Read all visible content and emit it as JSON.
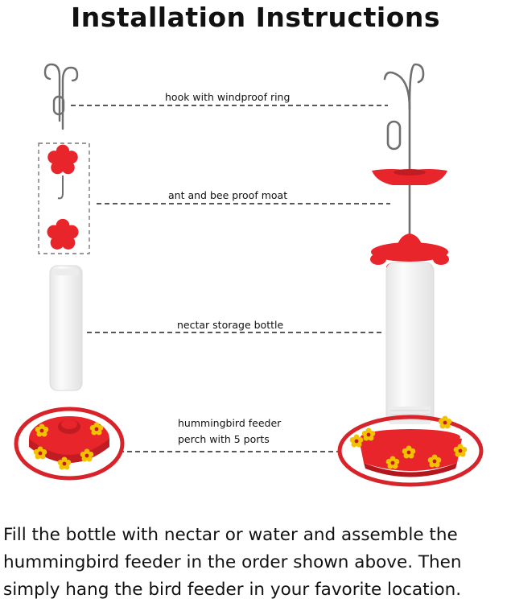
{
  "title": "Installation Instructions",
  "labels": {
    "hook": "hook with windproof ring",
    "moat": "ant and bee proof moat",
    "bottle": "nectar storage bottle",
    "perch_line1": "hummingbird feeder",
    "perch_line2": "perch with 5 ports"
  },
  "caption": {
    "line1": "Fill the bottle with nectar or water and assemble the",
    "line2": "hummingbird feeder in the order shown above. Then",
    "line3": "simply hang the bird feeder in your favorite location."
  },
  "colors": {
    "accent_red": "#e8252b",
    "dark_red": "#b5161c",
    "flower_yellow": "#f2c200",
    "bottle": "#f1f1f1",
    "metal": "#6f6f6f"
  }
}
